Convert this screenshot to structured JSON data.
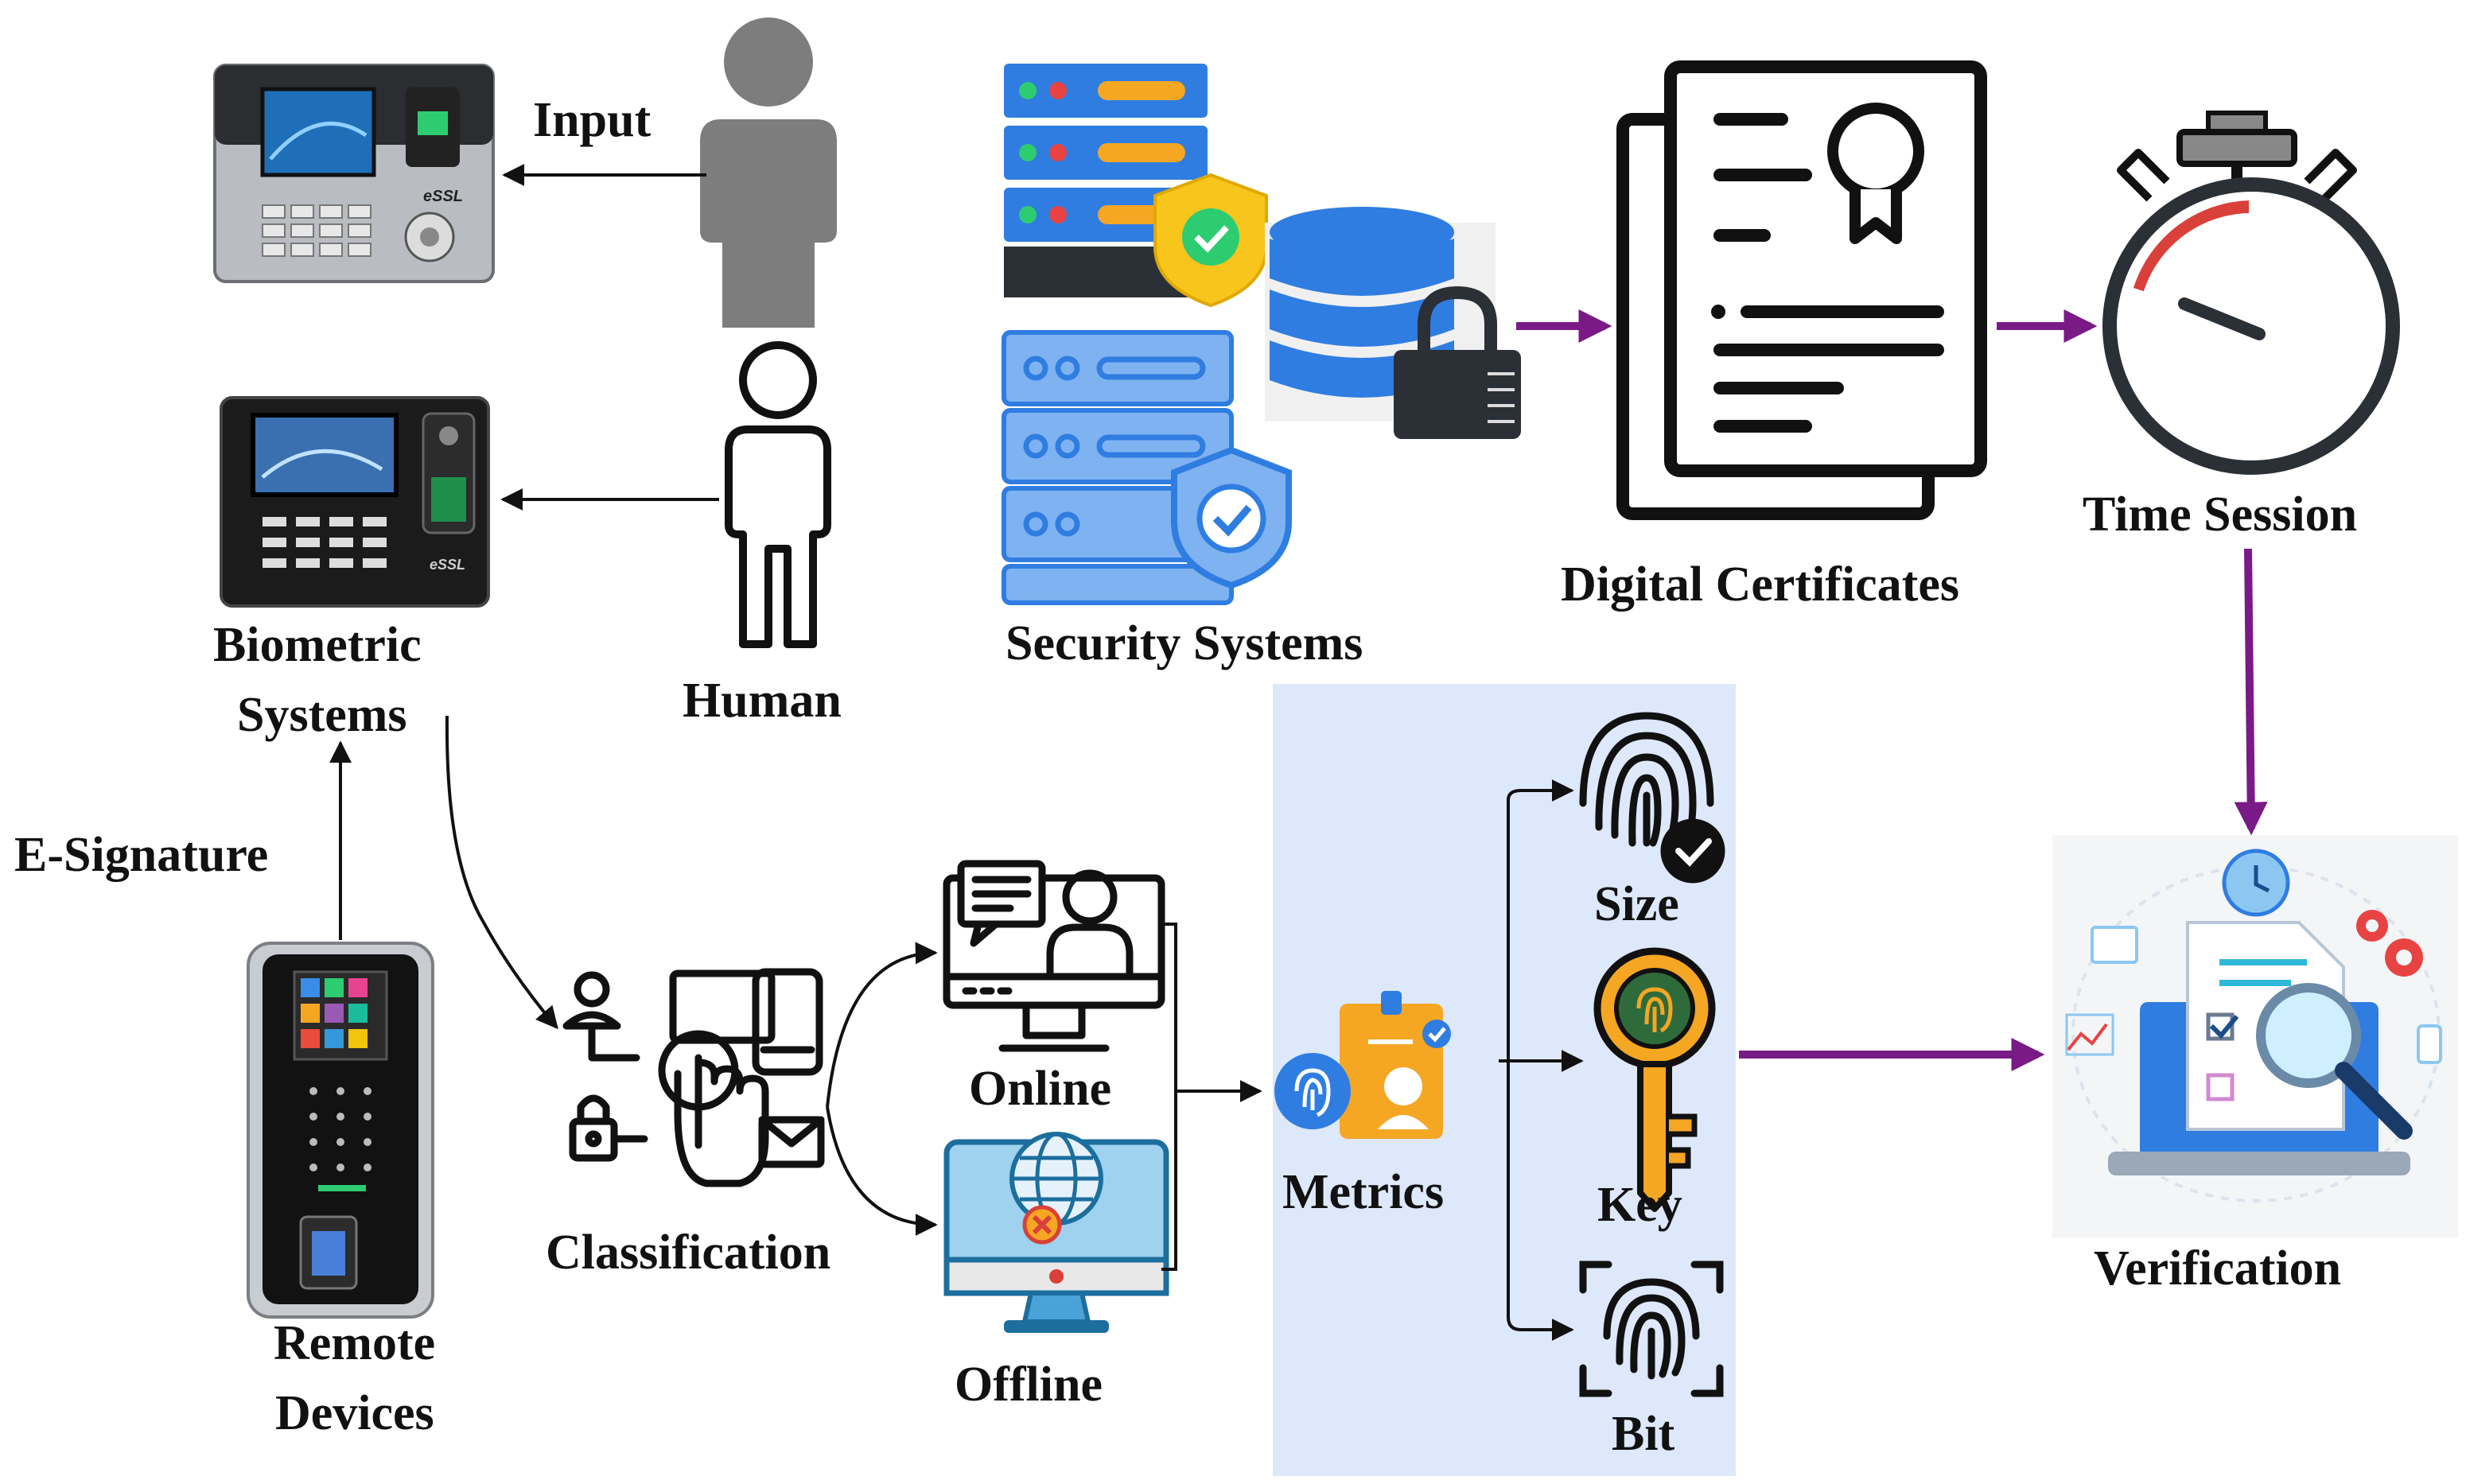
{
  "labels": {
    "input": "Input",
    "biometric_line1": "Biometric",
    "biometric_line2": "Systems",
    "human": "Human",
    "e_signature": "E-Signature",
    "remote_line1": "Remote",
    "remote_line2": "Devices",
    "classification": "Classification",
    "online": "Online",
    "offline": "Offline",
    "metrics": "Metrics",
    "size": "Size",
    "key": "Key",
    "bit": "Bit",
    "security_systems": "Security Systems",
    "digital_certificates": "Digital Certificates",
    "time_session": "Time Session",
    "verification": "Verification"
  },
  "device_brand": "eSSL",
  "colors": {
    "arrow_black": "#111111",
    "arrow_purple": "#7a1a86",
    "metrics_panel": "#dde8fa",
    "server_blue": "#2f7de1",
    "server_light": "#7fb2f0",
    "accent_orange": "#f5a623",
    "shield_yellow": "#f7c51b",
    "timer_red": "#d9403a",
    "person_gray": "#7d7d7d"
  }
}
